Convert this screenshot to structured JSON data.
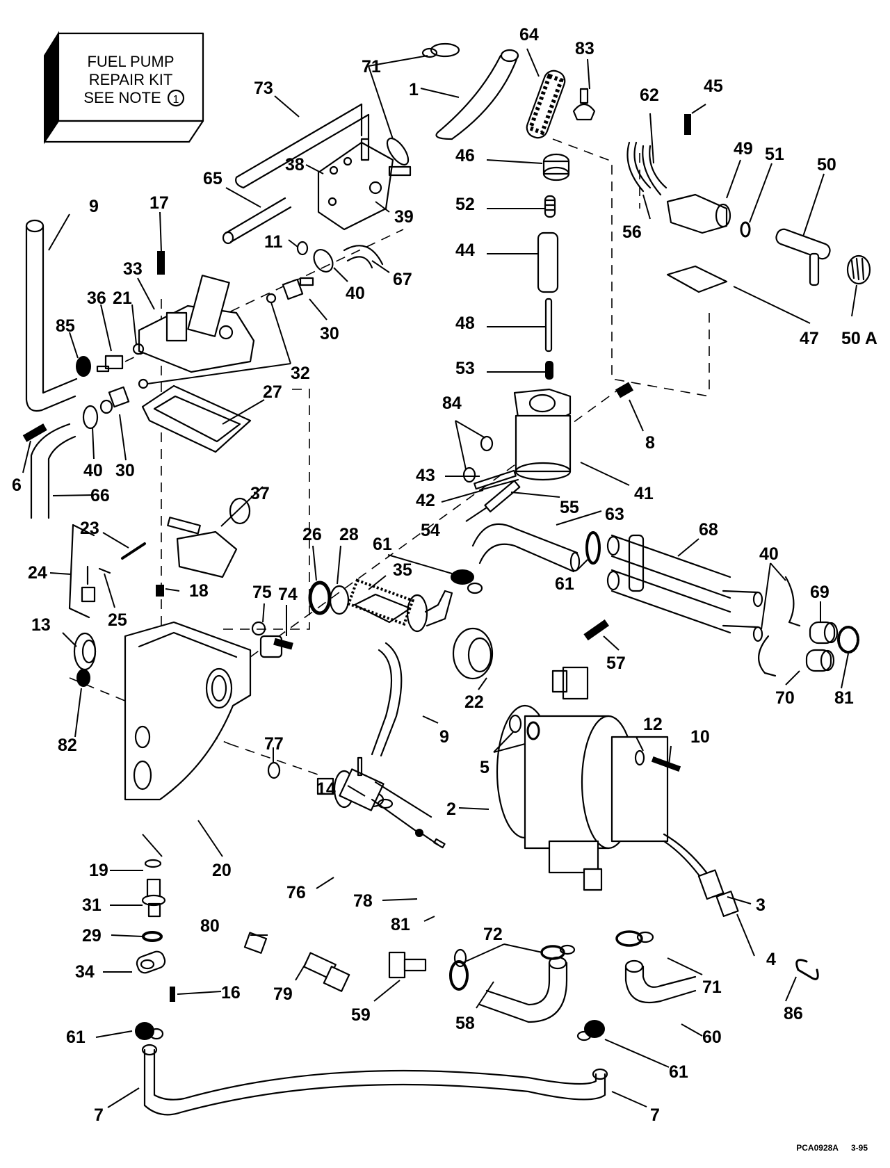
{
  "diagram": {
    "title": "Fuel Pump / Vapor Separator Exploded Parts Diagram",
    "kit_box": {
      "line1": "FUEL PUMP",
      "line2": "REPAIR KIT",
      "line3": "SEE NOTE",
      "note_number": "1"
    },
    "callouts": {
      "c1": "1",
      "c2": "2",
      "c3": "3",
      "c4": "4",
      "c5": "5",
      "c6": "6",
      "c7a": "7",
      "c7b": "7",
      "c8": "8",
      "c9a": "9",
      "c9b": "9",
      "c10": "10",
      "c11": "11",
      "c12": "12",
      "c13": "13",
      "c14": "14",
      "c16": "16",
      "c17": "17",
      "c18": "18",
      "c19": "19",
      "c20": "20",
      "c21": "21",
      "c22": "22",
      "c23": "23",
      "c24": "24",
      "c25": "25",
      "c26": "26",
      "c27": "27",
      "c28": "28",
      "c29": "29",
      "c30a": "30",
      "c30b": "30",
      "c31": "31",
      "c32": "32",
      "c33": "33",
      "c34": "34",
      "c35": "35",
      "c36": "36",
      "c37": "37",
      "c38": "38",
      "c39": "39",
      "c40a": "40",
      "c40b": "40",
      "c40c": "40",
      "c41": "41",
      "c42": "42",
      "c43": "43",
      "c44": "44",
      "c45": "45",
      "c46": "46",
      "c47": "47",
      "c48": "48",
      "c49": "49",
      "c50": "50",
      "c50a": "50 A",
      "c51": "51",
      "c52": "52",
      "c53": "53",
      "c54": "54",
      "c55": "55",
      "c56": "56",
      "c57": "57",
      "c58": "58",
      "c59": "59",
      "c60": "60",
      "c61a": "61",
      "c61b": "61",
      "c61c": "61",
      "c61d": "61",
      "c62": "62",
      "c63": "63",
      "c64": "64",
      "c65": "65",
      "c66": "66",
      "c67": "67",
      "c68": "68",
      "c69": "69",
      "c70": "70",
      "c71a": "71",
      "c71b": "71",
      "c72": "72",
      "c73": "73",
      "c74": "74",
      "c75": "75",
      "c76": "76",
      "c77": "77",
      "c78": "78",
      "c79": "79",
      "c80": "80",
      "c81a": "81",
      "c81b": "81",
      "c82": "82",
      "c83": "83",
      "c84": "84",
      "c85": "85",
      "c86": "86"
    },
    "footer": {
      "drawing_id": "PCA0928A",
      "date_code": "3-95"
    }
  }
}
